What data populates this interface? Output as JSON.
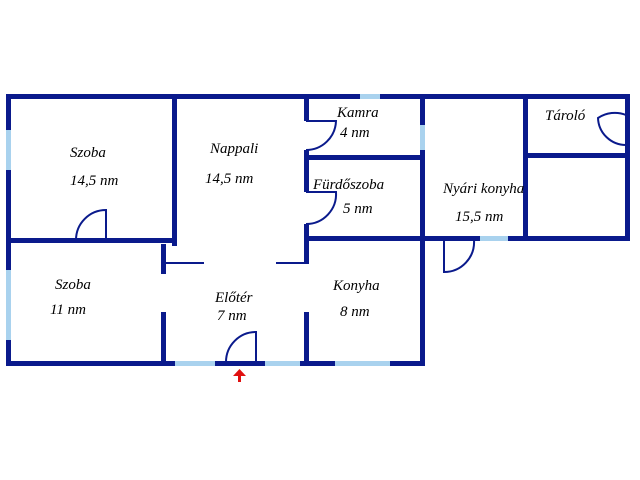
{
  "colors": {
    "wall": "#0a1a8c",
    "window": "#a9d2ee",
    "entry_arrow": "#e01010",
    "background": "#ffffff"
  },
  "rooms": [
    {
      "id": "szoba-1",
      "name": "Szoba",
      "area": "14,5 nm"
    },
    {
      "id": "nappali",
      "name": "Nappali",
      "area": "14,5 nm"
    },
    {
      "id": "kamra",
      "name": "Kamra",
      "area": "4 nm"
    },
    {
      "id": "taroló",
      "name": "Tároló",
      "area": ""
    },
    {
      "id": "furdoszoba",
      "name": "Fürdőszoba",
      "area": "5 nm"
    },
    {
      "id": "nyari-konyha",
      "name": "Nyári konyha",
      "area": "15,5 nm"
    },
    {
      "id": "szoba-2",
      "name": "Szoba",
      "area": "11 nm"
    },
    {
      "id": "eloter",
      "name": "Előtér",
      "area": "7 nm"
    },
    {
      "id": "konyha",
      "name": "Konyha",
      "area": "8 nm"
    }
  ],
  "icons": {
    "entrance": "entrance-arrow-icon"
  }
}
